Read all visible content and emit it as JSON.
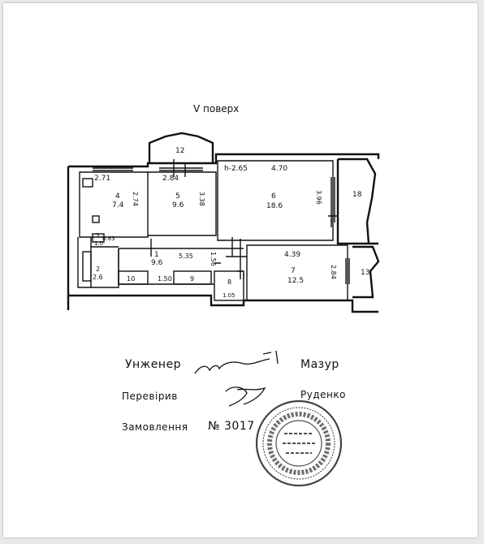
{
  "floor_label": "V поверх",
  "rooms": [
    {
      "number": "4",
      "area": "7.4",
      "width": "2.71",
      "depth": "2.74"
    },
    {
      "number": "5",
      "area": "9.6",
      "width": "2.84",
      "depth": "3.38"
    },
    {
      "number": "6",
      "area": "18.6",
      "width": "4.70",
      "depth": "3.96",
      "height": "h-2.65"
    },
    {
      "number": "1",
      "area": "9.6",
      "width": "5.35",
      "depth": "1.56"
    },
    {
      "number": "7",
      "area": "12.5",
      "width": "4.39",
      "depth": "2.84"
    },
    {
      "number": "2",
      "area": "2.6"
    },
    {
      "number": "3",
      "area": "1.0",
      "extra": "0.83"
    },
    {
      "number": "8",
      "area": "1.05"
    }
  ],
  "small_labels": {
    "closet_a": "10",
    "hall_width": "1.50",
    "closet_b": "9"
  },
  "balconies": [
    "12",
    "18",
    "13"
  ],
  "signatures": {
    "engineer_label": "Унженер",
    "engineer_name": "Мазур",
    "checked_label": "Перевірив",
    "checked_name": "Руденко",
    "order_label": "Замовлення",
    "order_number": "№ 3017"
  },
  "colors": {
    "ink": "#111111",
    "paper": "#ffffff",
    "background": "#e9e9e9"
  }
}
